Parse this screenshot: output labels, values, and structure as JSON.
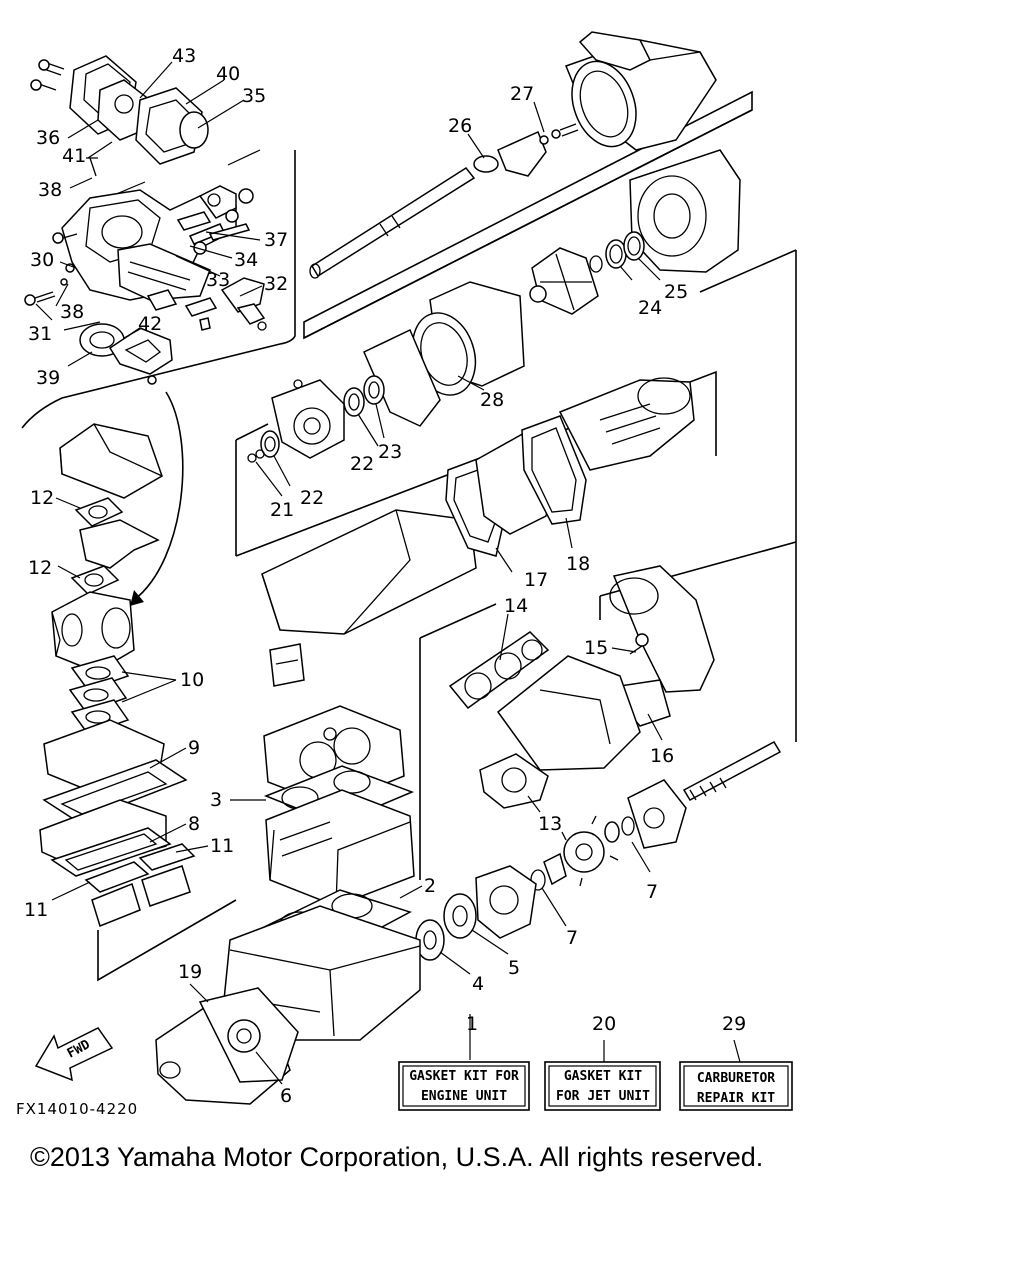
{
  "figure_code": "FX14010-4220",
  "direction_label": "FWD",
  "copyright": "©2013 Yamaha Motor Corporation, U.S.A. All rights reserved.",
  "callouts": [
    {
      "id": "c43",
      "text": "43"
    },
    {
      "id": "c40",
      "text": "40"
    },
    {
      "id": "c35",
      "text": "35"
    },
    {
      "id": "c36",
      "text": "36"
    },
    {
      "id": "c41",
      "text": "41"
    },
    {
      "id": "c38a",
      "text": "38"
    },
    {
      "id": "c37",
      "text": "37"
    },
    {
      "id": "c30",
      "text": "30"
    },
    {
      "id": "c34",
      "text": "34"
    },
    {
      "id": "c33",
      "text": "33"
    },
    {
      "id": "c32",
      "text": "32"
    },
    {
      "id": "c38b",
      "text": "38"
    },
    {
      "id": "c31",
      "text": "31"
    },
    {
      "id": "c42",
      "text": "42"
    },
    {
      "id": "c39",
      "text": "39"
    },
    {
      "id": "c27",
      "text": "27"
    },
    {
      "id": "c26",
      "text": "26"
    },
    {
      "id": "c24",
      "text": "24"
    },
    {
      "id": "c25",
      "text": "25"
    },
    {
      "id": "c28",
      "text": "28"
    },
    {
      "id": "c22a",
      "text": "22"
    },
    {
      "id": "c23",
      "text": "23"
    },
    {
      "id": "c21",
      "text": "21"
    },
    {
      "id": "c22b",
      "text": "22"
    },
    {
      "id": "c12a",
      "text": "12"
    },
    {
      "id": "c12b",
      "text": "12"
    },
    {
      "id": "c17",
      "text": "17"
    },
    {
      "id": "c18",
      "text": "18"
    },
    {
      "id": "c14",
      "text": "14"
    },
    {
      "id": "c15",
      "text": "15"
    },
    {
      "id": "c10",
      "text": "10"
    },
    {
      "id": "c16",
      "text": "16"
    },
    {
      "id": "c9",
      "text": "9"
    },
    {
      "id": "c3",
      "text": "3"
    },
    {
      "id": "c13",
      "text": "13"
    },
    {
      "id": "c8",
      "text": "8"
    },
    {
      "id": "c11a",
      "text": "11"
    },
    {
      "id": "c7a",
      "text": "7"
    },
    {
      "id": "c2",
      "text": "2"
    },
    {
      "id": "c11b",
      "text": "11"
    },
    {
      "id": "c7b",
      "text": "7"
    },
    {
      "id": "c5",
      "text": "5"
    },
    {
      "id": "c4",
      "text": "4"
    },
    {
      "id": "c19",
      "text": "19"
    },
    {
      "id": "c1",
      "text": "1"
    },
    {
      "id": "c20",
      "text": "20"
    },
    {
      "id": "c29",
      "text": "29"
    },
    {
      "id": "c6",
      "text": "6"
    }
  ],
  "kits": {
    "engine": {
      "line1": "GASKET KIT FOR",
      "line2": "ENGINE UNIT"
    },
    "jet": {
      "line1": "GASKET KIT",
      "line2": "FOR JET UNIT"
    },
    "carb": {
      "line1": "CARBURETOR",
      "line2": "REPAIR KIT"
    }
  }
}
